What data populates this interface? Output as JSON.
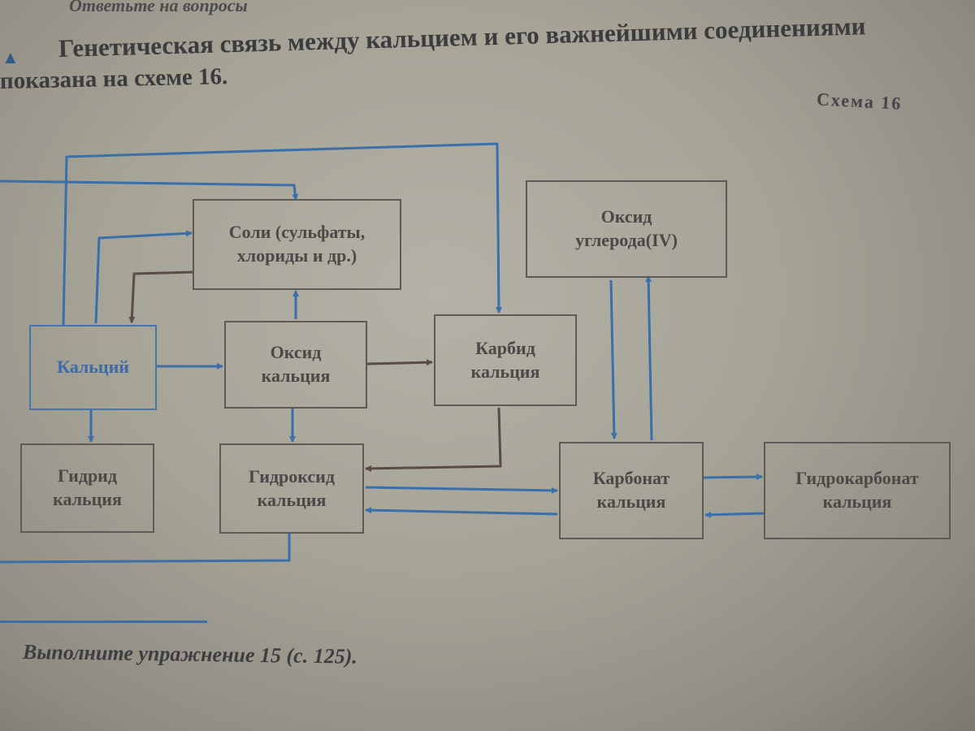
{
  "page": {
    "top_cut_text": "Ответьте на вопросы",
    "intro_line1": "Генетическая связь между кальцием и его важнейшими соединениями",
    "intro_line2": "показана на схеме 16.",
    "scheme_label": "Схема 16",
    "footer_text": "Выполните упражнение 15 (с. 125)."
  },
  "boxes": {
    "salts": {
      "line1": "Соли (сульфаты,",
      "line2": "хлориды и др.)"
    },
    "calcium": {
      "line1": "Кальций"
    },
    "calcium_oxide": {
      "line1": "Оксид",
      "line2": "кальция"
    },
    "calcium_carbide": {
      "line1": "Карбид",
      "line2": "кальция"
    },
    "carbon_oxide": {
      "line1": "Оксид",
      "line2": "углерода(IV)"
    },
    "calcium_hydride": {
      "line1": "Гидрид",
      "line2": "кальция"
    },
    "calcium_hydroxide": {
      "line1": "Гидроксид",
      "line2": "кальция"
    },
    "calcium_carbonate": {
      "line1": "Карбонат",
      "line2": "кальция"
    },
    "calcium_bicarbonate": {
      "line1": "Гидрокарбонат",
      "line2": "кальция"
    }
  },
  "colors": {
    "blue_arrow": "#3a6fa8",
    "dark_arrow": "#5a4a48",
    "box_border": "#5d5a58"
  }
}
